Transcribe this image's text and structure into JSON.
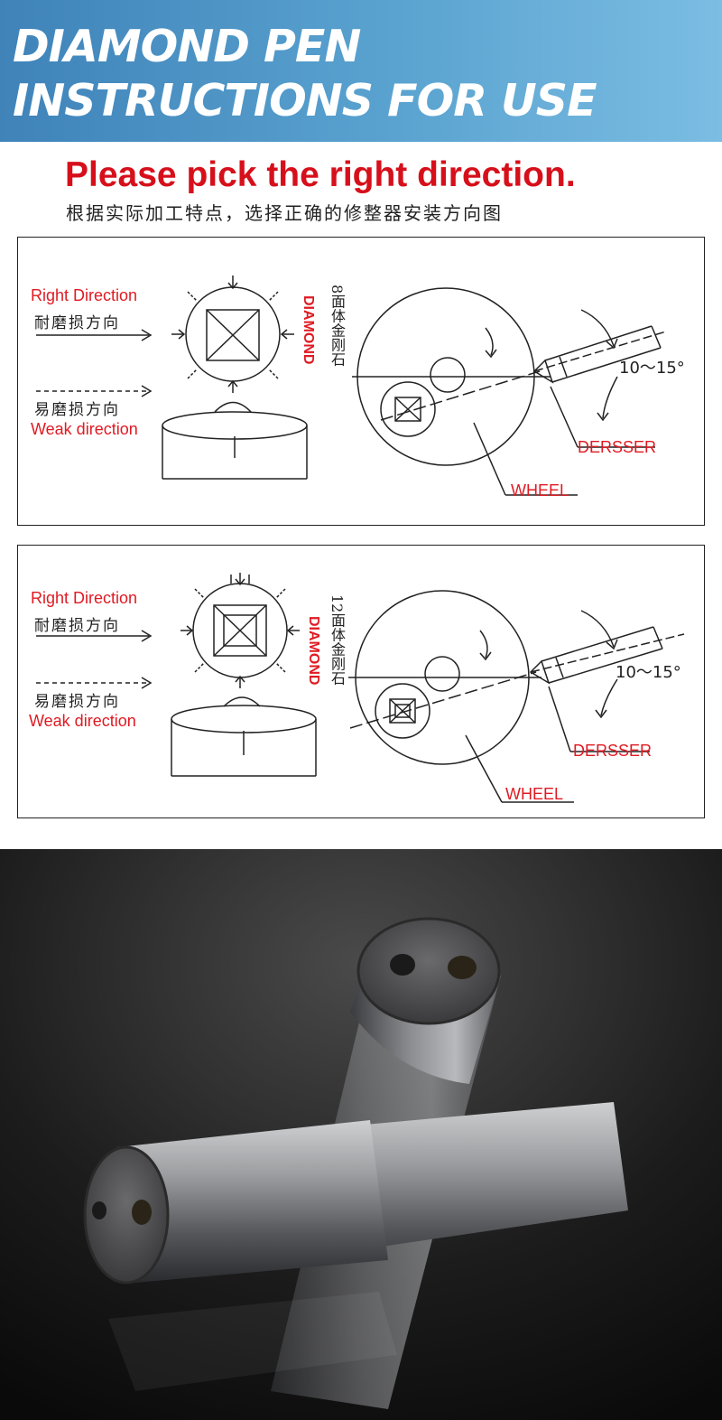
{
  "banner": {
    "title": "DIAMOND PEN INSTRUCTIONS FOR USE"
  },
  "headline": "Please pick the right direction.",
  "subheadline": "根据实际加工特点，选择正确的修整器安装方向图",
  "diagrams": [
    {
      "right_direction_en": "Right Direction",
      "right_direction_cn": "耐磨损方向",
      "weak_direction_cn": "易磨损方向",
      "weak_direction_en": "Weak direction",
      "diamond_en": "DIAMOND",
      "diamond_cn": "8面体金刚石",
      "angle": "10～15°",
      "dresser_label": "DERSSER",
      "wheel_label": "WHEEL"
    },
    {
      "right_direction_en": "Right Direction",
      "right_direction_cn": "耐磨损方向",
      "weak_direction_cn": "易磨损方向",
      "weak_direction_en": "Weak direction",
      "diamond_en": "DIAMOND",
      "diamond_cn": "12面体金刚石",
      "angle": "10～15°",
      "dresser_label": "DERSSER",
      "wheel_label": "WHEEL"
    }
  ],
  "colors": {
    "banner": "#4a90c4",
    "accent_red": "#e01a22",
    "photo_bg": "#1a1a1a"
  }
}
